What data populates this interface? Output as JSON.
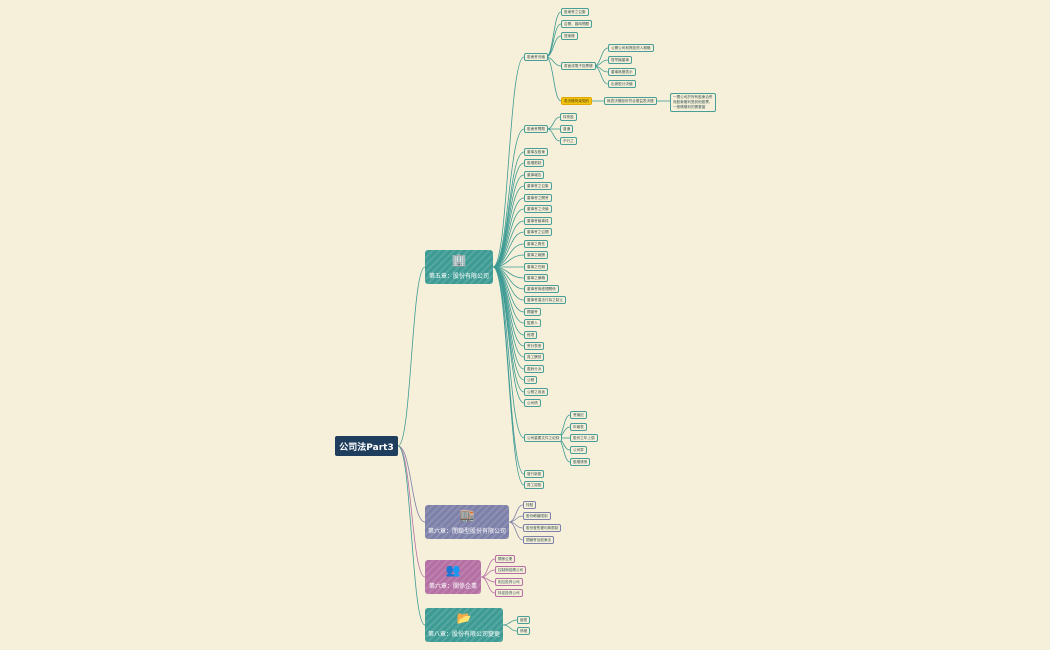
{
  "root": {
    "label": "公司法Part3"
  },
  "colors": {
    "background": "#f6efd9",
    "root": "#1f3d5c",
    "teal": "#3d9b94",
    "purple": "#7d80a8",
    "pink": "#b46fa3"
  },
  "branches": [
    {
      "id": "b1",
      "label": "第五章：股份有限公司",
      "icon": "building-icon"
    },
    {
      "id": "b2",
      "label": "第六章：閉鎖型股份有限公司",
      "icon": "office-icon"
    },
    {
      "id": "b3",
      "label": "第六章：關係企業",
      "icon": "people-icon"
    },
    {
      "id": "b4",
      "label": "第八章：股份有限公司變更",
      "icon": "folder-icon"
    }
  ],
  "b1_children": [
    "股東會決議",
    "股東會問題",
    "董事及股東",
    "股權限制",
    "董事報告",
    "董事會之召集",
    "董事會之開會",
    "董事會之決議",
    "董事會議事錄",
    "董事會之召開",
    "董事之責任",
    "董事之報酬",
    "董事之任期",
    "董事之兼職",
    "董事會與經理關係",
    "董事會違法行為之制止",
    "獨董會",
    "監察人",
    "經理",
    "會計表冊",
    "員工酬勞",
    "盈餘分派",
    "公積",
    "公積之用途",
    "公司債",
    "公司重要文件之紀錄",
    "發行新股",
    "員工認股"
  ],
  "b1_sub_meeting": [
    "股東會之召集",
    "召開、臨時問題",
    "提案權",
    "書面或電子投票權",
    "董事長代理",
    "書面投票之議決"
  ],
  "b1_sub_meeting2": [
    "公開公司和興投資人概略",
    "提早議董事",
    "董事無權表示",
    "出席股分決議"
  ],
  "b1_highlight": "表決權拘束契約",
  "b1_highlight_child": "無表決權股份符合權益表決權",
  "b1_highlight_note": "一間公司於所有股東合併而股東權利受其他股票、一般情權利的需要當",
  "b1_sub_voting": [
    "特別股",
    "普通",
    "不行之"
  ],
  "b1_sub_docs": [
    "會議記",
    "年報表",
    "股份之年上價",
    "公司章",
    "股權清冊"
  ],
  "b2_children": [
    "特點",
    "股份轉讓限制",
    "股份發售權利與限制",
    "閉鎖會及股東法"
  ],
  "b3_children": [
    "關係企業",
    "控制與從屬公司",
    "相互投資公司",
    "特定投資公司"
  ],
  "b4_children": [
    "變更",
    "債權"
  ]
}
